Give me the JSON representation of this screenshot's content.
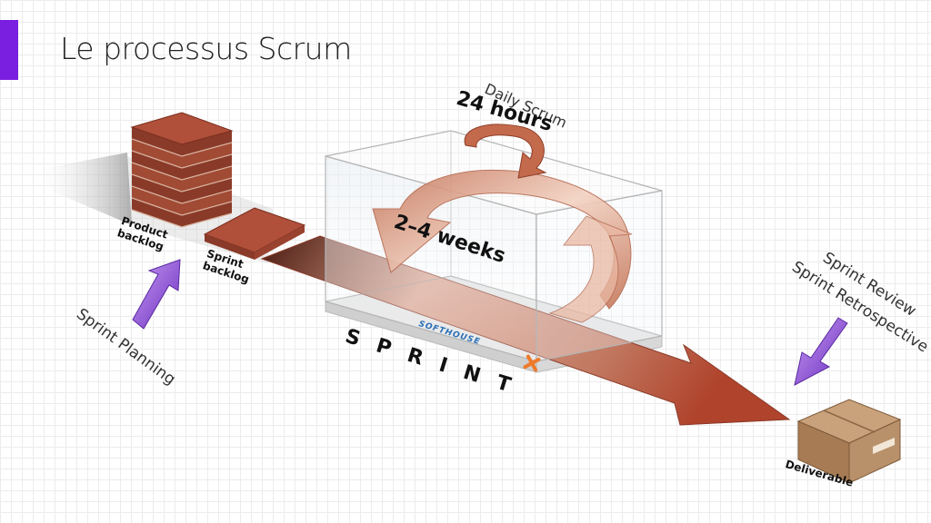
{
  "slide": {
    "title": "Le processus Scrum"
  },
  "labels": {
    "product_backlog": [
      "Product",
      "backlog"
    ],
    "sprint_backlog": [
      "Sprint",
      "backlog"
    ],
    "sprint_planning": "Sprint Planning",
    "daily_scrum": "Daily Scrum",
    "hours": "24 hours",
    "weeks": "2–4 weeks",
    "sprint": "S P R I N T",
    "sprint_review": "Sprint Review",
    "sprint_retrospective": "Sprint Retrospective",
    "deliverable": "Deliverable",
    "logo": "SOFTHOUSE"
  },
  "colors": {
    "accent": "#7a1fe0",
    "brick": "#a34a34",
    "arrow_purple": "#8d4fd6",
    "box_brown": "#b48e67",
    "logo_blue": "#2a6fb8",
    "logo_orange": "#f07a2a"
  }
}
